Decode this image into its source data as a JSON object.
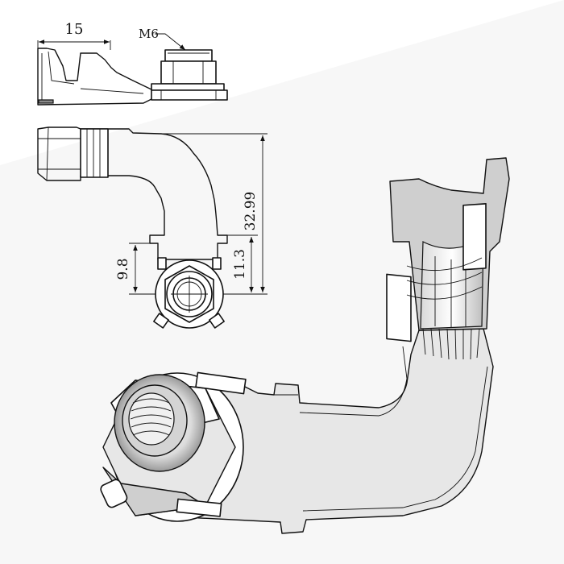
{
  "dimensions": {
    "width_label": "15",
    "thread_label": "M6",
    "height_label": "32.99",
    "left_offset_label": "9.8",
    "right_offset_label": "11.3"
  }
}
